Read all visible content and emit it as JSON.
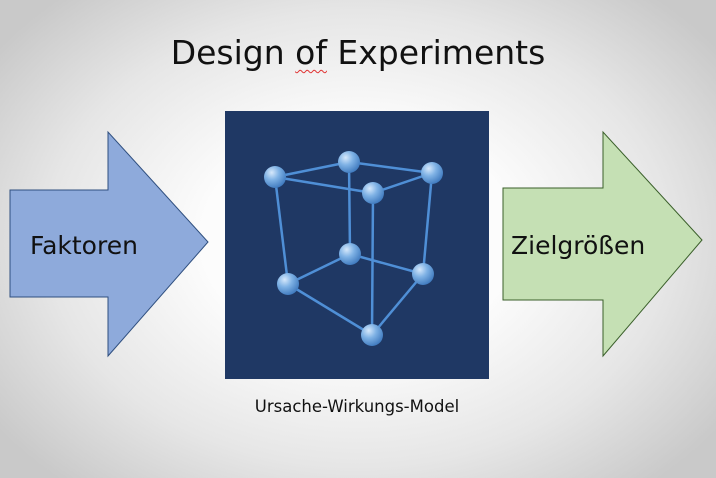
{
  "title": {
    "part1": "Design ",
    "part2": "of",
    "part3": " Experiments"
  },
  "input_arrow": {
    "label": "Faktoren",
    "fill": "#8eaadb",
    "stroke": "#2f4f7f"
  },
  "output_arrow": {
    "label": "Zielgrößen",
    "fill": "#c5e0b4",
    "stroke": "#3a5f2a"
  },
  "model_box": {
    "caption": "Ursache-Wirkungs-Model",
    "background": "#1f3864",
    "icon": "cube-network-icon",
    "node_color": "#5b9bd5",
    "edge_color": "#4f8fd6"
  }
}
